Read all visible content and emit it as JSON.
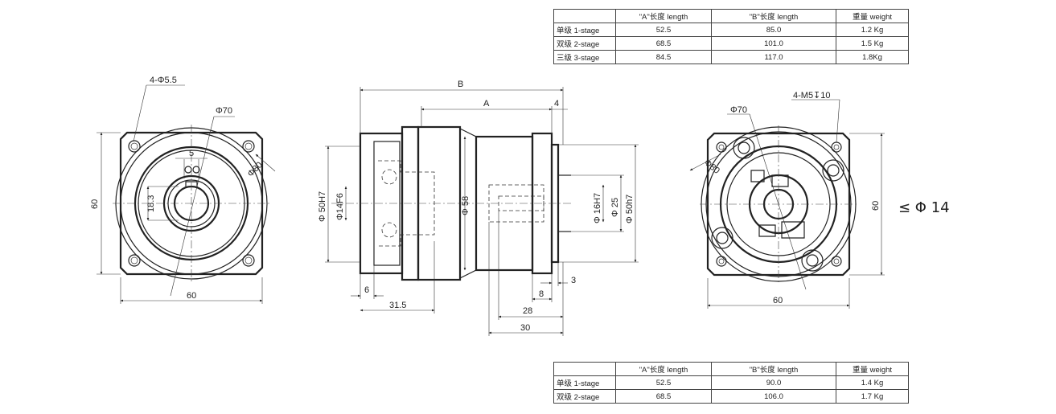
{
  "table1": {
    "headers": [
      "",
      "\"A\"长度 length",
      "\"B\"长度 length",
      "重量 weight"
    ],
    "rows": [
      [
        "单级 1-stage",
        "52.5",
        "85.0",
        "1.2 Kg"
      ],
      [
        "双级 2-stage",
        "68.5",
        "101.0",
        "1.5 Kg"
      ],
      [
        "三级 3-stage",
        "84.5",
        "117.0",
        "1.8Kg"
      ]
    ]
  },
  "table2": {
    "headers": [
      "",
      "\"A\"长度 length",
      "\"B\"长度 length",
      "重量 weight"
    ],
    "rows": [
      [
        "单级 1-stage",
        "52.5",
        "90.0",
        "1.4 Kg"
      ],
      [
        "双级 2-stage",
        "68.5",
        "106.0",
        "1.7 Kg"
      ]
    ]
  },
  "left_view": {
    "holes": "4-Φ5.5",
    "pcd": "Φ70",
    "diameter": "Φ80",
    "key_width": "5",
    "key_height": "18.3",
    "height": "60",
    "width": "60"
  },
  "side_view": {
    "B": "B",
    "A": "A",
    "flange_gap": "4",
    "pilot_in": "Φ 50H7",
    "shaft_in": "Φ14F6",
    "body": "Φ 58",
    "shaft_out": "Φ 16H7",
    "boss": "Φ 25",
    "pilot_out": "Φ 50h7",
    "d6": "6",
    "d31_5": "31.5",
    "d3": "3",
    "d8": "8",
    "d28": "28",
    "d30": "30"
  },
  "right_view": {
    "tapped": "4-M5↧10",
    "pcd": "Φ70",
    "diameter": "Φ80",
    "height": "60",
    "width": "60",
    "max_input": "≤ Φ 14"
  }
}
